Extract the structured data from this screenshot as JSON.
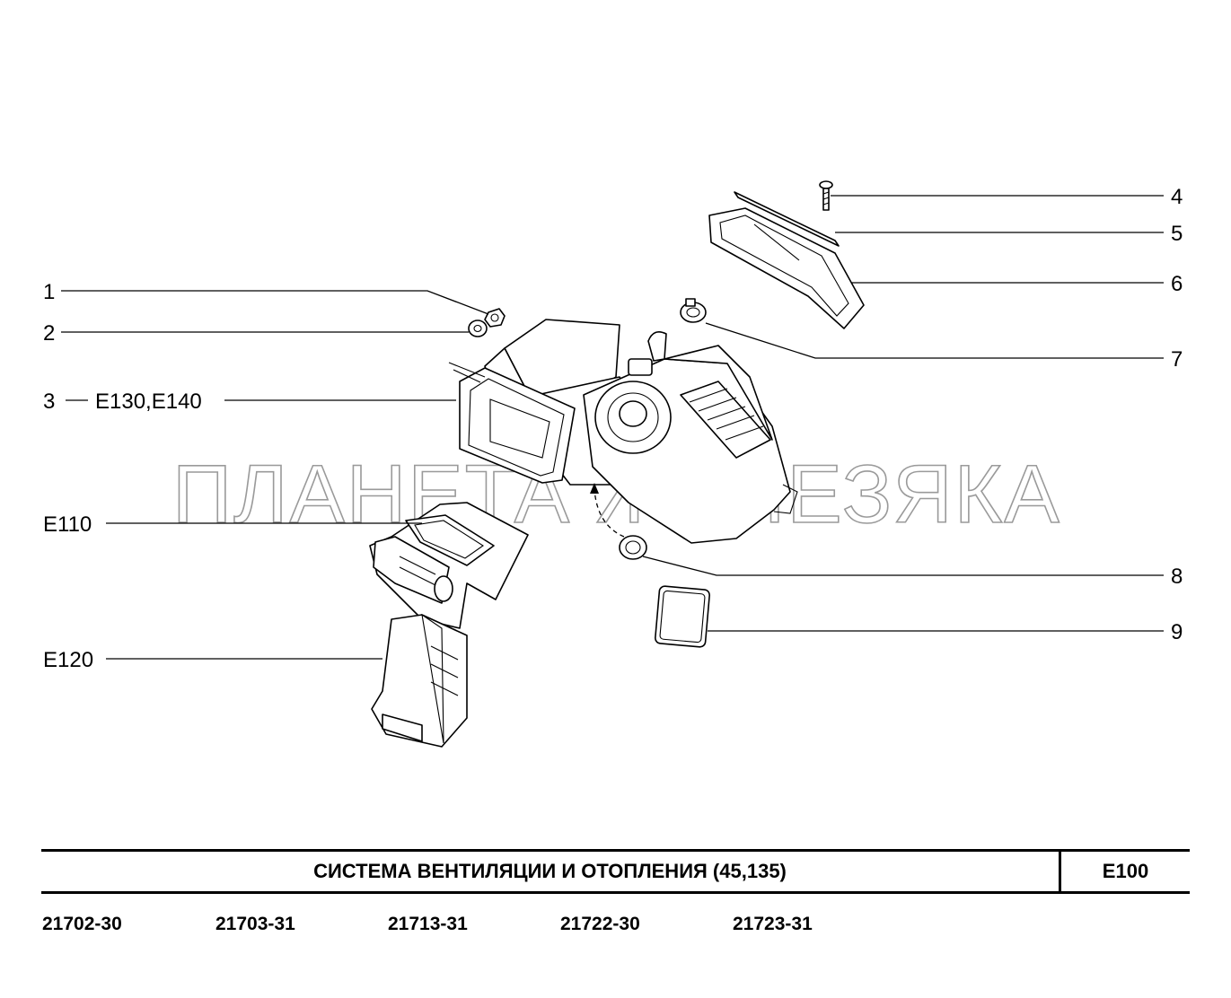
{
  "watermark": "ПЛАНЕТА ЖЕЛЕЗЯКА",
  "callouts": {
    "c1": "1",
    "c2": "2",
    "c3": "3",
    "c3_ref": "E130,E140",
    "c4": "4",
    "c5": "5",
    "c6": "6",
    "c7": "7",
    "c8": "8",
    "c9": "9",
    "e110": "E110",
    "e120": "E120"
  },
  "title_block": {
    "title": "СИСТЕМА  ВЕНТИЛЯЦИИ  И  ОТОПЛЕНИЯ (45,135)",
    "code": "E100"
  },
  "models": [
    "21702-30",
    "21703-31",
    "21713-31",
    "21722-30",
    "21723-31"
  ]
}
